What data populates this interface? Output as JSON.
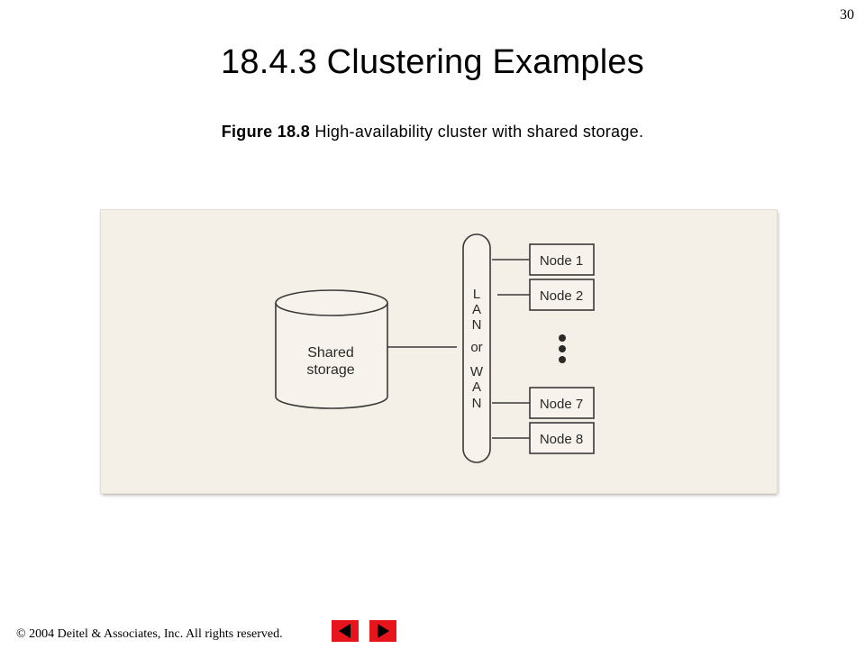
{
  "slide": {
    "page_number": "30",
    "title": "18.4.3 Clustering Examples"
  },
  "caption": {
    "label": "Figure 18.8",
    "text": " High-availability cluster with shared storage."
  },
  "diagram": {
    "storage_label_line1": "Shared",
    "storage_label_line2": "storage",
    "network_letters": [
      "L",
      "A",
      "N",
      "or",
      "W",
      "A",
      "N"
    ],
    "nodes": [
      "Node 1",
      "Node 2",
      "Node 7",
      "Node 8"
    ]
  },
  "footer": {
    "copyright": "©  2004 Deitel & Associates, Inc.  All rights reserved.",
    "prev_icon": "triangle-left-icon",
    "next_icon": "triangle-right-icon"
  },
  "colors": {
    "figure_background": "#f4efe7",
    "line": "#3a3a3a",
    "nav_button": "#e8141b"
  }
}
